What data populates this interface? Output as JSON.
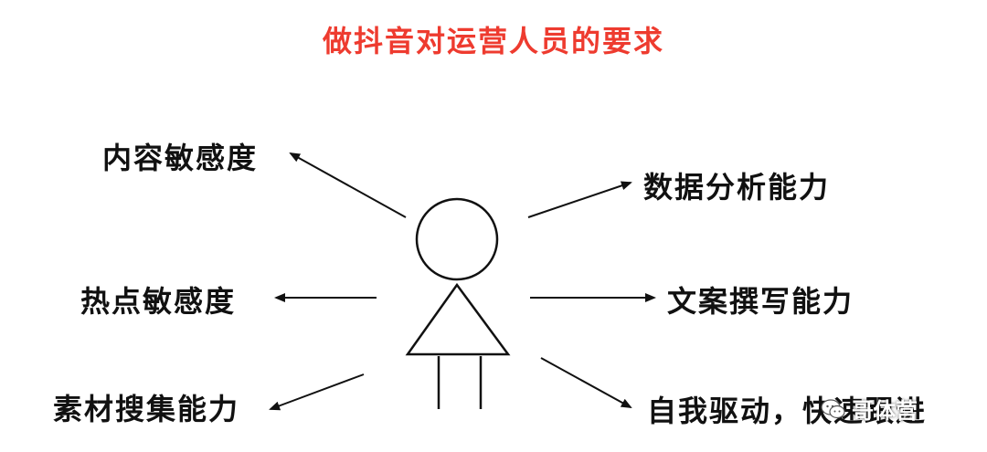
{
  "title": "做抖音对运营人员的要求",
  "left_items": [
    "内容敏感度",
    "热点敏感度",
    "素材搜集能力"
  ],
  "right_items": [
    "数据分析能力",
    "文案撰写能力",
    "自我驱动，快速跟进"
  ],
  "watermark": {
    "text": "哥体营",
    "icon": "wechat-logo-icon"
  },
  "colors": {
    "title": "#ee3b2f",
    "text": "#111111",
    "lines": "#111111"
  }
}
